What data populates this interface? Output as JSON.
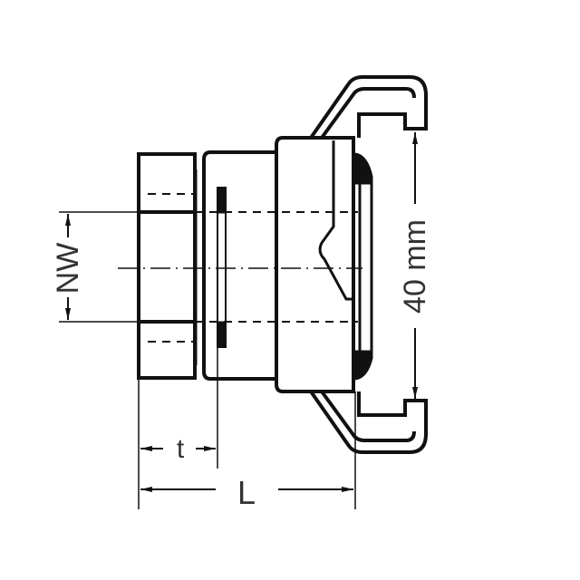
{
  "diagram": {
    "type": "technical-drawing",
    "subject": "claw hose coupling with female thread",
    "colors": {
      "line": "#111111",
      "text": "#333333",
      "background": "#ffffff"
    },
    "dimensions": {
      "nominal_width": {
        "label": "NW"
      },
      "thread_depth": {
        "label": "t"
      },
      "length": {
        "label": "L"
      },
      "claw_span": {
        "label": "40 mm"
      }
    }
  }
}
